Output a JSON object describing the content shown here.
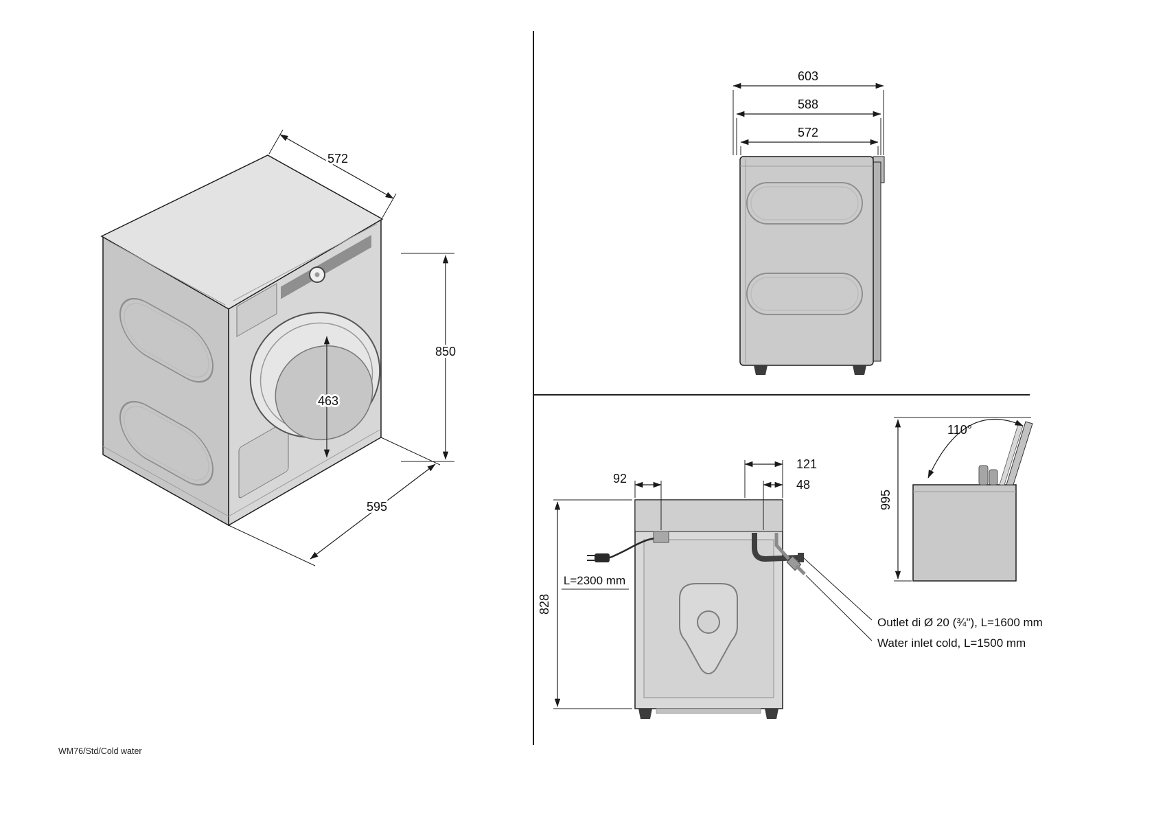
{
  "footer": {
    "model": "WM76/Std/Cold water"
  },
  "views": {
    "isometric": {
      "top_width_mm": "572",
      "height_mm": "850",
      "door_diameter_mm": "463",
      "depth_mm": "595"
    },
    "side": {
      "depth_total_mm": "603",
      "depth_mid_mm": "588",
      "depth_body_mm": "572"
    },
    "rear": {
      "cord_offset_mm": "92",
      "outlet_offset_mm": "121",
      "inlet_offset_mm": "48",
      "height_mm": "828",
      "cord_label": "L=2300 mm",
      "outlet_label": "Outlet di Ø 20 (¾\"), L=1600 mm",
      "inlet_label": "Water inlet cold, L=1500 mm"
    },
    "lid": {
      "open_angle": "110°",
      "total_height_mm": "995"
    }
  }
}
